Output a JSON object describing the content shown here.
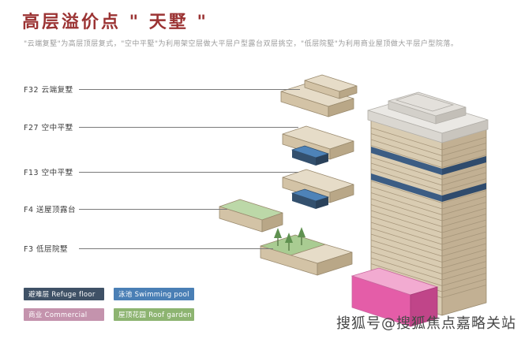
{
  "header": {
    "title": "高层溢价点 \" 天墅 \"",
    "subtitle": "\"云端复墅\"为高层顶层复式，\"空中平墅\"为利用架空层做大平层户型露台双层挑空，\"低层院墅\"为利用商业屋顶做大平层户型院落。",
    "title_color": "#9b3333"
  },
  "floors": [
    {
      "label": "F32 云端复墅"
    },
    {
      "label": "F27 空中平墅"
    },
    {
      "label": "F13 空中平墅"
    },
    {
      "label": "F4 送屋顶露台"
    },
    {
      "label": "F3 低层院墅"
    }
  ],
  "legend": [
    {
      "label": "避难层 Refuge floor",
      "color": "#3f5166"
    },
    {
      "label": "泳池 Swimming pool",
      "color": "#4a7fb5"
    },
    {
      "label": "商业 Commercial",
      "color": "#c493ad"
    },
    {
      "label": "屋顶花园 Roof garden",
      "color": "#8db471"
    }
  ],
  "watermark": "搜狐号@搜狐焦点嘉略关站",
  "colors": {
    "slab_top": "#e6dcc8",
    "slab_front": "#d3c3a6",
    "slab_side": "#b9a787",
    "refuge_navy": "#33506e",
    "pool_blue": "#4e83b8",
    "garden_green": "#a9cc92",
    "tree_green": "#5f9150",
    "commercial_pink": "#e45da8",
    "tower_cap": "#eae8e4"
  }
}
